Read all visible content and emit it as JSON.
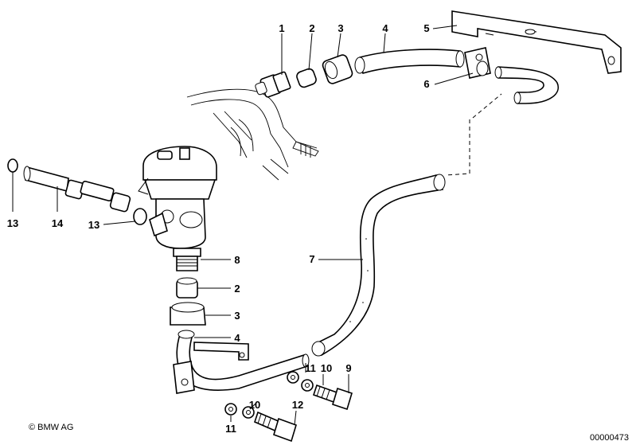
{
  "callouts": {
    "c1": "1",
    "c2": "2",
    "c3": "3",
    "c4": "4",
    "c5": "5",
    "c6": "6",
    "c7": "7",
    "c8": "8",
    "c2b": "2",
    "c3b": "3",
    "c4b": "4",
    "c9": "9",
    "c10a": "10",
    "c10b": "10",
    "c11a": "11",
    "c11b": "11",
    "c12": "12",
    "c13a": "13",
    "c13b": "13",
    "c14": "14"
  },
  "footer": {
    "copyright": "© BMW AG",
    "diagram_number": "00000473"
  }
}
